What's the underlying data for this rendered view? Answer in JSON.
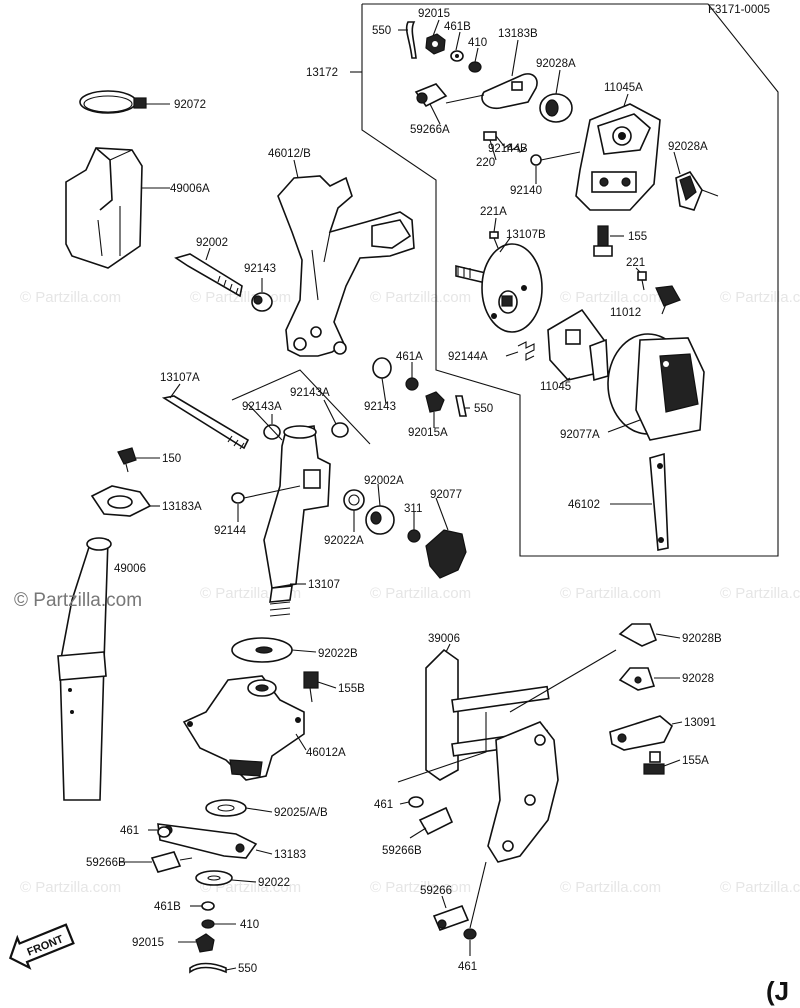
{
  "ref_code": "F3171-0005",
  "watermark_main": "© Partzilla.com",
  "watermark_faint": "© Partzilla.com",
  "front_label": "FRONT",
  "corner_mark": "(J",
  "labels": [
    {
      "id": "550-a",
      "text": "550"
    },
    {
      "id": "92015-a",
      "text": "92015"
    },
    {
      "id": "461b-a",
      "text": "461B"
    },
    {
      "id": "410-a",
      "text": "410"
    },
    {
      "id": "13183b",
      "text": "13183B"
    },
    {
      "id": "13172",
      "text": "13172"
    },
    {
      "id": "92028a-a",
      "text": "92028A"
    },
    {
      "id": "11045a",
      "text": "11045A"
    },
    {
      "id": "59266a",
      "text": "59266A"
    },
    {
      "id": "92144b",
      "text": "92144B"
    },
    {
      "id": "92028a-b",
      "text": "92028A"
    },
    {
      "id": "220",
      "text": "220"
    },
    {
      "id": "92140",
      "text": "92140"
    },
    {
      "id": "92072",
      "text": "92072"
    },
    {
      "id": "46012b",
      "text": "46012/B"
    },
    {
      "id": "49006a",
      "text": "49006A"
    },
    {
      "id": "221a",
      "text": "221A"
    },
    {
      "id": "13107b",
      "text": "13107B"
    },
    {
      "id": "155-a",
      "text": "155"
    },
    {
      "id": "92002-a",
      "text": "92002"
    },
    {
      "id": "92143-a",
      "text": "92143"
    },
    {
      "id": "221",
      "text": "221"
    },
    {
      "id": "11012",
      "text": "11012"
    },
    {
      "id": "92144a",
      "text": "92144A"
    },
    {
      "id": "11045",
      "text": "11045"
    },
    {
      "id": "461a",
      "text": "461A"
    },
    {
      "id": "13107a",
      "text": "13107A"
    },
    {
      "id": "92143a-a",
      "text": "92143A"
    },
    {
      "id": "92143a-b",
      "text": "92143A"
    },
    {
      "id": "92143-b",
      "text": "92143"
    },
    {
      "id": "550-b",
      "text": "550"
    },
    {
      "id": "92015a",
      "text": "92015A"
    },
    {
      "id": "92077a",
      "text": "92077A"
    },
    {
      "id": "150",
      "text": "150"
    },
    {
      "id": "46102",
      "text": "46102"
    },
    {
      "id": "92002a",
      "text": "92002A"
    },
    {
      "id": "92077",
      "text": "92077"
    },
    {
      "id": "13183a",
      "text": "13183A"
    },
    {
      "id": "311",
      "text": "311"
    },
    {
      "id": "92144",
      "text": "92144"
    },
    {
      "id": "92022a",
      "text": "92022A"
    },
    {
      "id": "49006",
      "text": "49006"
    },
    {
      "id": "13107",
      "text": "13107"
    },
    {
      "id": "39006",
      "text": "39006"
    },
    {
      "id": "92028b",
      "text": "92028B"
    },
    {
      "id": "92022b",
      "text": "92022B"
    },
    {
      "id": "92028",
      "text": "92028"
    },
    {
      "id": "155b",
      "text": "155B"
    },
    {
      "id": "13091",
      "text": "13091"
    },
    {
      "id": "46012a",
      "text": "46012A"
    },
    {
      "id": "155a",
      "text": "155A"
    },
    {
      "id": "92025ab",
      "text": "92025/A/B"
    },
    {
      "id": "461-a",
      "text": "461"
    },
    {
      "id": "461-b",
      "text": "461"
    },
    {
      "id": "13183",
      "text": "13183"
    },
    {
      "id": "59266b-a",
      "text": "59266B"
    },
    {
      "id": "59266b-b",
      "text": "59266B"
    },
    {
      "id": "92022",
      "text": "92022"
    },
    {
      "id": "59266",
      "text": "59266"
    },
    {
      "id": "461b-b",
      "text": "461B"
    },
    {
      "id": "410-b",
      "text": "410"
    },
    {
      "id": "92015-b",
      "text": "92015"
    },
    {
      "id": "550-c",
      "text": "550"
    },
    {
      "id": "461-c",
      "text": "461"
    }
  ]
}
